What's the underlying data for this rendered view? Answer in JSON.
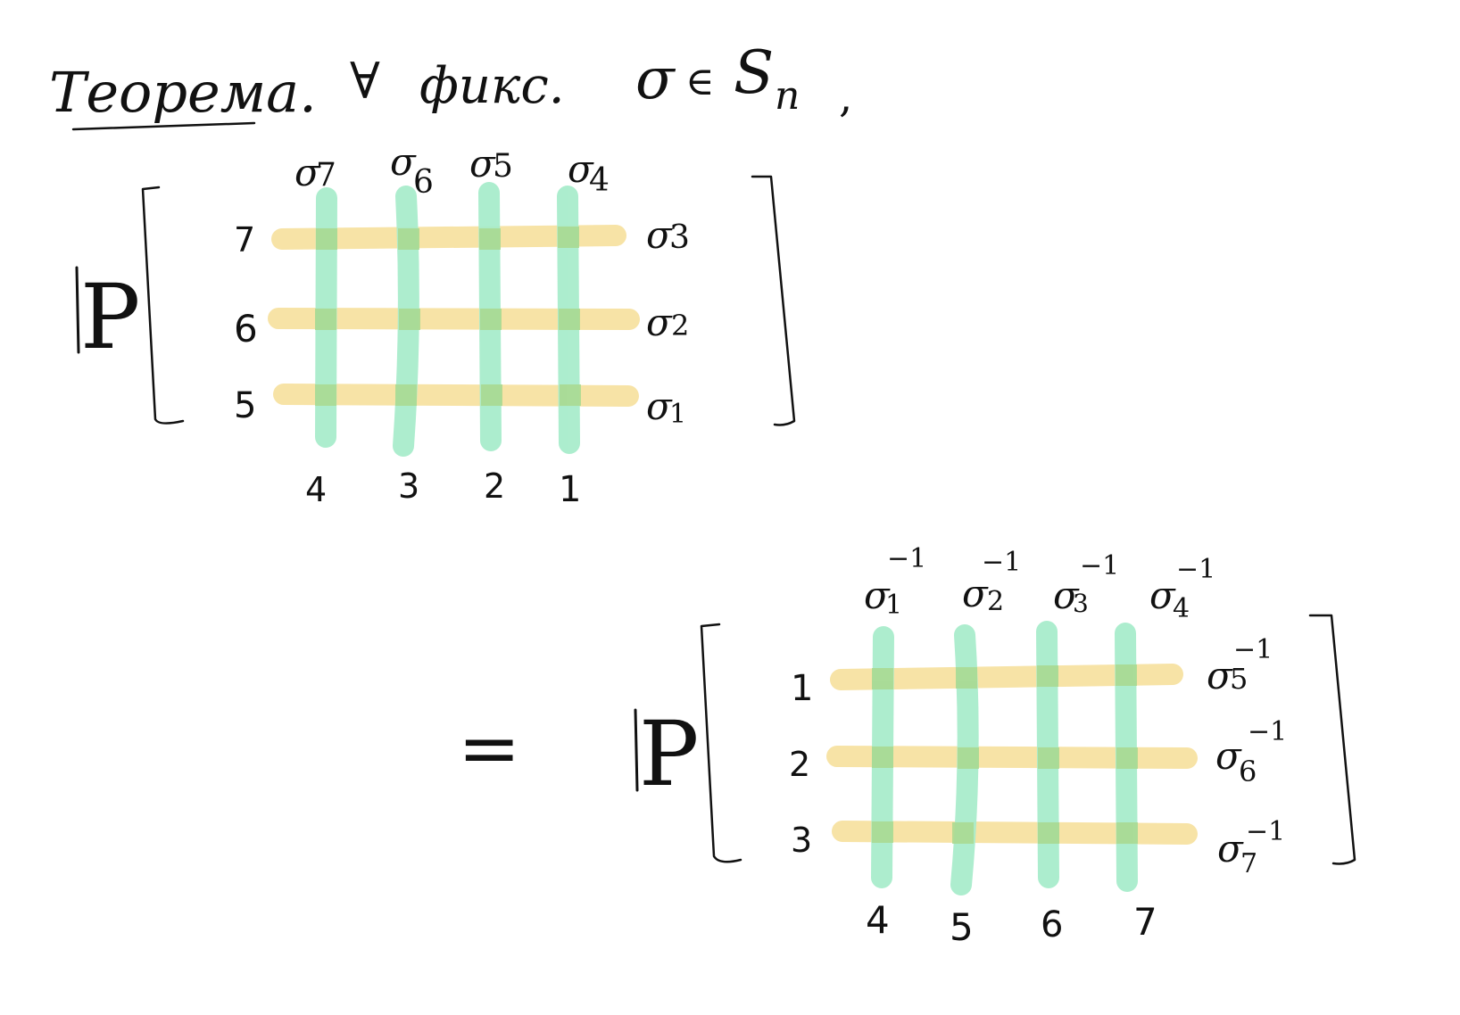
{
  "colors": {
    "ink": "#111111",
    "horizontal_strand": "#f7e3a6",
    "vertical_strand": "#a6ecca",
    "crossing": "#a9d98f"
  },
  "header": {
    "word": "Теорема.",
    "quantifier": "∀",
    "fix_word": "фикс.",
    "sigma": "σ",
    "membership": "∈",
    "group": "S",
    "group_sub": "n",
    "comma": ","
  },
  "lhs": {
    "prob": "P",
    "top_labels": [
      {
        "base": "σ",
        "sub": "7"
      },
      {
        "base": "σ",
        "sub": "6"
      },
      {
        "base": "σ",
        "sub": "5"
      },
      {
        "base": "σ",
        "sub": "4"
      }
    ],
    "left_labels": [
      "7",
      "6",
      "5"
    ],
    "right_labels": [
      {
        "base": "σ",
        "sub": "3"
      },
      {
        "base": "σ",
        "sub": "2"
      },
      {
        "base": "σ",
        "sub": "1"
      }
    ],
    "bottom_labels": [
      "4",
      "3",
      "2",
      "1"
    ]
  },
  "equals": "=",
  "rhs": {
    "prob": "P",
    "top_labels": [
      {
        "base": "σ",
        "sub": "1",
        "sup": "−1"
      },
      {
        "base": "σ",
        "sub": "2",
        "sup": "−1"
      },
      {
        "base": "σ",
        "sub": "3",
        "sup": "−1"
      },
      {
        "base": "σ",
        "sub": "4",
        "sup": "−1"
      }
    ],
    "left_labels": [
      "1",
      "2",
      "3"
    ],
    "right_labels": [
      {
        "base": "σ",
        "sub": "5",
        "sup": "−1"
      },
      {
        "base": "σ",
        "sub": "6",
        "sup": "−1"
      },
      {
        "base": "σ",
        "sub": "7",
        "sup": "−1"
      }
    ],
    "bottom_labels": [
      "4",
      "5",
      "6",
      "7"
    ]
  }
}
